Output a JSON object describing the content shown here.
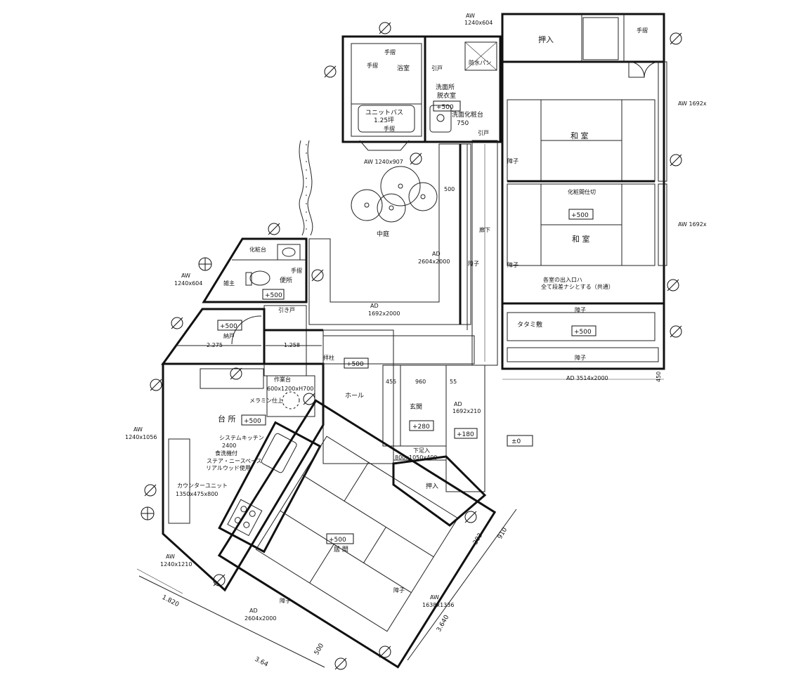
{
  "rooms": {
    "oshiire_top": "押入",
    "tebukuro_top": "手摺",
    "bath": "浴室",
    "hikido_top": "引戸",
    "bath_tebukuro": "手摺",
    "waterproof_pan": "防水パン",
    "washroom": "洗面所",
    "dressing": "脱衣室",
    "washroom_level": "+500",
    "unit_bath": "ユニットバス",
    "unit_bath_size": "1.25坪",
    "bath_tebukuro_low": "手摺",
    "vanity": "洗面化粧台",
    "vanity_size": "750",
    "hikido_wash": "引戸",
    "aw_top": "AW",
    "aw_top_size": "1240x604",
    "aw_bath": "AW 1240x907",
    "washitsu_upper": "和 室",
    "shoji_upper": "障子",
    "aw_right_1": "AW 1692x",
    "aw_right_2": "AW 1692x",
    "keshoujikiri": "化粧間仕切",
    "washitsu_level": "+500",
    "washitsu_lower": "和 室",
    "shoji_mid": "障子",
    "note_line1": "各室の出入口ハ",
    "note_line2": "全て段差ナシとする（共通）",
    "shoji_low": "障子",
    "tatami": "タタミ敷",
    "tatami_level": "+500",
    "shoji_bottom": "障子",
    "ad_3514": "AD 3514x2000",
    "dim_450": "450",
    "courtyard": "中庭",
    "dim_500_court": "500",
    "ad_2604": "AD",
    "ad_2604_size": "2604x2000",
    "corridor": "廊下",
    "shoji_corr": "障子",
    "ad_1692": "AD",
    "ad_1692_size": "1692x2000",
    "toilet_vanity": "化粧台",
    "toilet_tebukuro": "手摺",
    "toilet": "便所",
    "toilet_level": "+500",
    "toilet_pillar": "雑主",
    "aw_left_top": "AW",
    "aw_left_top_size": "1240x604",
    "hikido_toilet": "引き戸",
    "nando_level": "+500",
    "nando": "納戸",
    "dim_2275": "2.275",
    "dim_1258": "1.258",
    "haishira": "拝柱",
    "hall_level": "+500",
    "hall": "ホール",
    "workbench": "作業台",
    "workbench_size": "600x1200xH700",
    "melamine": "メラミン仕上",
    "kitchen": "台 所",
    "kitchen_level": "+500",
    "aw_left_mid": "AW",
    "aw_left_mid_size": "1240x1056",
    "syskitchen": "システムキッチン",
    "syskitchen_len": "2400",
    "syskitchen_note": "食洗機付",
    "stair_space": "ステア・ニースペース",
    "real_wood": "リアルウッド使用",
    "counter_unit": "カウンターユニット",
    "counter_size": "1350x475x800",
    "dim_455": "455",
    "dim_960": "960",
    "dim_55": "55",
    "genkan": "玄関",
    "genkan_level": "+280",
    "ad_1692b": "AD",
    "ad_1692b_size": "1692x210",
    "step_level": "+180",
    "geta": "下足入",
    "geta_size": "800x1050x400",
    "ground_level": "±0",
    "oshiire_mid": "押入",
    "living_level": "+500",
    "living": "居 間",
    "shoji_living": "障子",
    "aw_living_r": "AW",
    "aw_living_r_size": "1638x1336",
    "aw_left_low": "AW",
    "aw_left_low_size": "1240x1210",
    "ad_living": "AD",
    "ad_living_size": "2604x2000",
    "shoji_living_low": "障子",
    "dim_1820": "1.820",
    "dim_3640a": "3.640",
    "dim_3640b": "3.64",
    "dim_910": "910",
    "dim_303": "303",
    "dim_500_low": "500",
    "tebukuro_top_room": "手摺"
  },
  "icons": [
    "ventilation-circle-icon",
    "stair-icon",
    "door-swing-icon",
    "sink-icon",
    "stove-icon",
    "toilet-icon",
    "tree-icon"
  ]
}
